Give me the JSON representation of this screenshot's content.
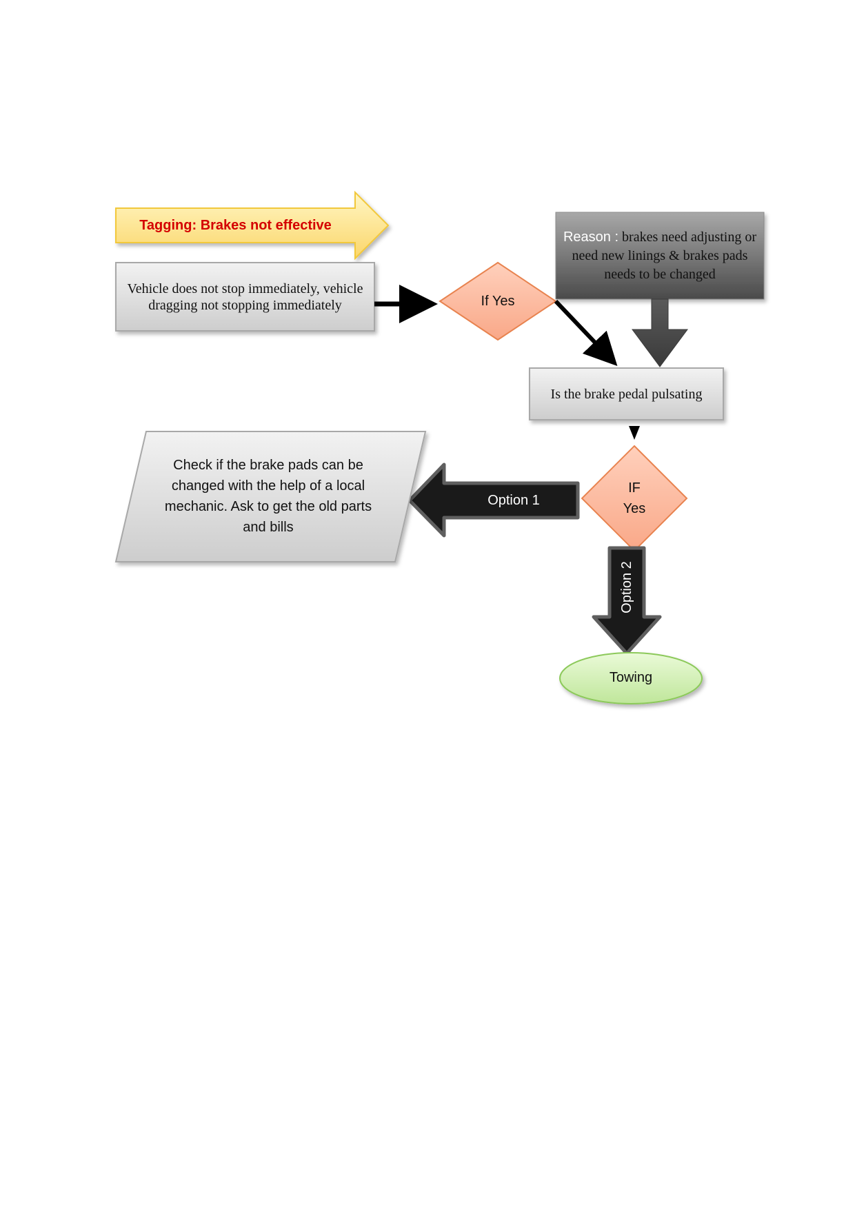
{
  "tag": {
    "text": "Tagging: Brakes not effective",
    "color": "#d40000",
    "fill": "#fde38a"
  },
  "symptom": {
    "text": "Vehicle does not stop immediately, vehicle dragging not stopping immediately"
  },
  "decision_1": {
    "text": "If Yes",
    "fill": "#fbb59a",
    "stroke": "#e8834f"
  },
  "reason": {
    "prefix": "Reason :",
    "text": "brakes need adjusting or need new linings & brakes pads needs to be changed"
  },
  "question": {
    "text": "Is the brake pedal pulsating"
  },
  "decision_2": {
    "line1": "IF",
    "line2": "Yes"
  },
  "option_1": {
    "label": "Option 1"
  },
  "option_2": {
    "label": "Option 2"
  },
  "action_1": {
    "text": "Check if the brake pads can be changed with the help of a local mechanic. Ask to get the old parts and bills"
  },
  "towing": {
    "text": "Towing",
    "fill": "#c9ec9e",
    "stroke": "#8cc95a"
  }
}
